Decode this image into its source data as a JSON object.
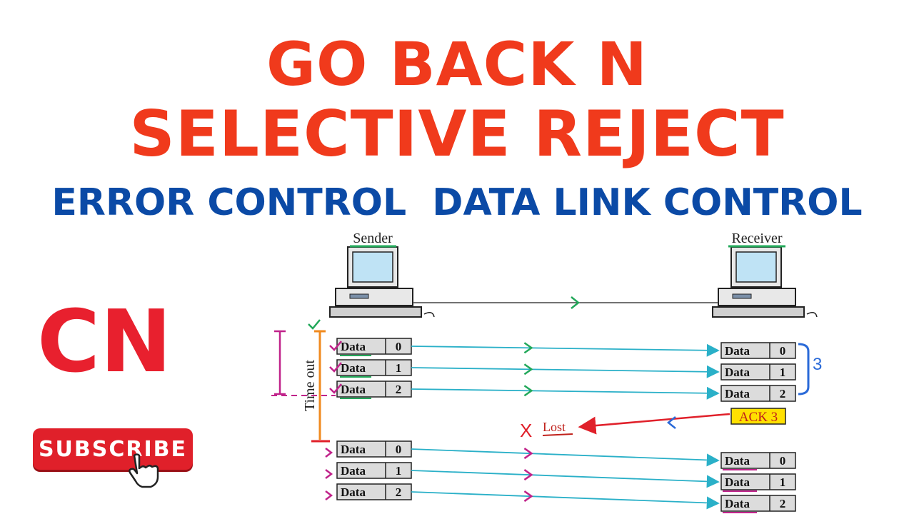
{
  "titles": {
    "line1": "GO BACK N",
    "line2": "SELECTIVE REJECT",
    "line3": "ERROR CONTROL  DATA LINK CONTROL"
  },
  "badge": "CN",
  "subscribe": "SUBSCRIBE",
  "diagram": {
    "sender": "Sender",
    "receiver": "Receiver",
    "timeout": "Time out",
    "frame_word": "Data",
    "seq": [
      "0",
      "1",
      "2"
    ],
    "ack": "ACK 3",
    "lost": "Lost",
    "x_mark": "X",
    "bracket_note": "3"
  },
  "colors": {
    "title_red": "#f03a1c",
    "title_blue": "#0b4aa6",
    "frame_arrow": "#2ab0c8",
    "ack_arrow": "#e0202a",
    "timeout_orange": "#f08a1e",
    "annotation_magenta": "#c0228a",
    "annotation_green": "#22a85a",
    "annotation_blue": "#2a6ad8",
    "ack_fill": "#ffe000"
  }
}
